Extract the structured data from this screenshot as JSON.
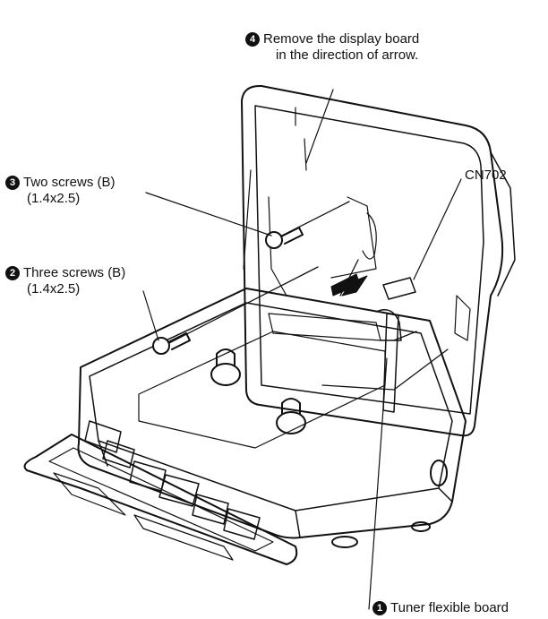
{
  "callouts": {
    "step4": {
      "number": "4",
      "line1": "Remove the display board",
      "line2": "in the direction of arrow."
    },
    "cn702": {
      "text": "CN702"
    },
    "step3": {
      "number": "3",
      "line1": "Two screws (B)",
      "line2": "(1.4x2.5)"
    },
    "step2": {
      "number": "2",
      "line1": "Three screws (B)",
      "line2": "(1.4x2.5)"
    },
    "step1": {
      "number": "1",
      "line1": "Tuner flexible board"
    }
  },
  "colors": {
    "ink": "#111111",
    "background": "#ffffff"
  }
}
